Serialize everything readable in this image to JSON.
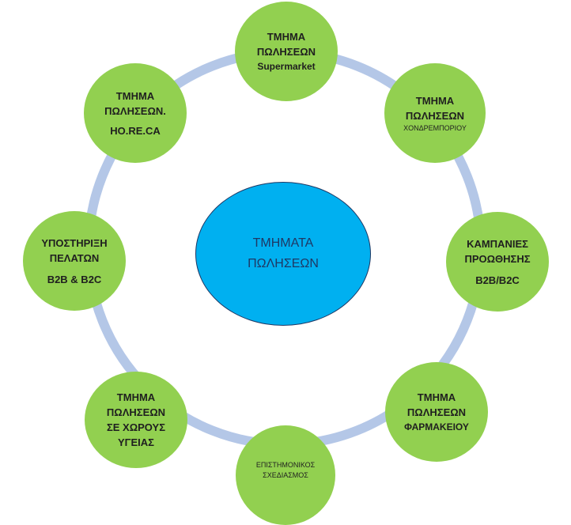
{
  "center": {
    "line1": "ΤΜΗΜΑΤΑ",
    "line2": "ΠΩΛΗΣΕΩΝ"
  },
  "nodes": [
    {
      "id": "supermarket",
      "lines": [
        "ΤΜΗΜΑ",
        "ΠΩΛΗΣΕΩΝ",
        "Supermarket"
      ]
    },
    {
      "id": "wholesale",
      "lines": [
        "ΤΜΗΜΑ",
        "ΠΩΛΗΣΕΩΝ",
        "ΧΟΝΔΡΕΜΠΟΡΙΟΥ"
      ]
    },
    {
      "id": "campaigns",
      "lines": [
        "ΚΑΜΠΑΝΙΕΣ",
        "ΠΡΟΩΘΗΣΗΣ",
        "B2B/B2C"
      ]
    },
    {
      "id": "pharmacy",
      "lines": [
        "ΤΜΗΜΑ",
        "ΠΩΛΗΣΕΩΝ",
        "ΦΑΡΜΑΚΕΙΟΥ"
      ]
    },
    {
      "id": "scientific",
      "lines": [
        "ΕΠΙΣΤΗΜΟΝΙΚΟΣ",
        "ΣΧΕΔΙΑΣΜΟΣ"
      ]
    },
    {
      "id": "health",
      "lines": [
        "ΤΜΗΜΑ",
        "ΠΩΛΗΣΕΩΝ",
        "ΣΕ ΧΩΡΟΥΣ",
        "ΥΓΕΙΑΣ"
      ]
    },
    {
      "id": "support",
      "lines": [
        "ΥΠΟΣΤΗΡΙΞΗ",
        "ΠΕΛΑΤΩΝ",
        "B2B & B2C"
      ]
    },
    {
      "id": "horeca",
      "lines": [
        "ΤΜΗΜΑ",
        "ΠΩΛΗΣΕΩΝ.",
        "HO.RE.CA"
      ]
    }
  ],
  "colors": {
    "ring": "#b4c7e7",
    "node": "#92d050",
    "center": "#00b0f0",
    "center_border": "#1f3864"
  }
}
